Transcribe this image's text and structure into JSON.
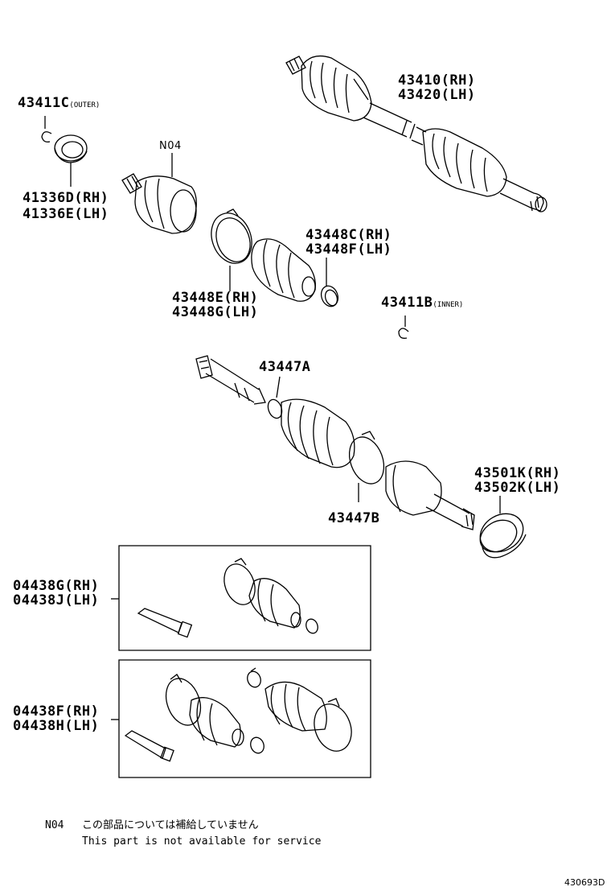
{
  "labels": {
    "outer_ring": {
      "part": "43411C",
      "note": "(OUTER)"
    },
    "shaft_assy": {
      "rh": "43410(RH)",
      "lh": "43420(LH)"
    },
    "n04": "N04",
    "seal": {
      "rh": "41336D(RH)",
      "lh": "41336E(LH)"
    },
    "clamp_small": {
      "rh": "43448C(RH)",
      "lh": "43448F(LH)"
    },
    "clamp_large": {
      "rh": "43448E(RH)",
      "lh": "43448G(LH)"
    },
    "inner_ring": {
      "part": "43411B",
      "note": "(INNER)"
    },
    "inner_clamp_a": "43447A",
    "inner_clamp_b": "43447B",
    "dust_deflector": {
      "rh": "43501K(RH)",
      "lh": "43502K(LH)"
    },
    "boot_kit_outer": {
      "rh": "04438G(RH)",
      "lh": "04438J(LH)"
    },
    "boot_kit_both": {
      "rh": "04438F(RH)",
      "lh": "04438H(LH)"
    }
  },
  "footnote": {
    "code": "N04",
    "japanese": "この部品については補給していません",
    "english": "This part is not available for service"
  },
  "diagram_code": "430693D"
}
